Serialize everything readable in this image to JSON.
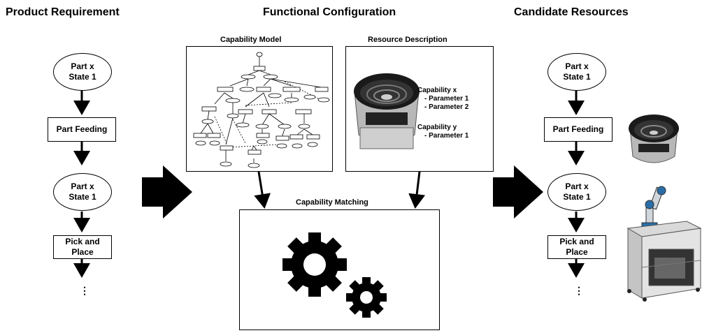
{
  "headers": {
    "product_requirement": "Product Requirement",
    "functional_configuration": "Functional Configuration",
    "candidate_resources": "Candidate Resources"
  },
  "left_flow": {
    "state1": [
      "Part x",
      "State 1"
    ],
    "step1": "Part Feeding",
    "state2": [
      "Part x",
      "State 1"
    ],
    "step2": [
      "Pick and",
      "Place"
    ],
    "ellipsis": "⋮"
  },
  "middle": {
    "capability_model_title": "Capability Model",
    "resource_description_title": "Resource Description",
    "capability_matching_title": "Capability Matching",
    "resource_text": {
      "cap_x": "Capability x",
      "cap_x_p1": "- Parameter 1",
      "cap_x_p2": "- Parameter 2",
      "cap_y": "Capability y",
      "cap_y_p1": "- Parameter 1"
    }
  },
  "right_flow": {
    "state1": [
      "Part x",
      "State 1"
    ],
    "step1": "Part Feeding",
    "state2": [
      "Part x",
      "State 1"
    ],
    "step2": [
      "Pick and",
      "Place"
    ],
    "ellipsis": "⋮"
  }
}
